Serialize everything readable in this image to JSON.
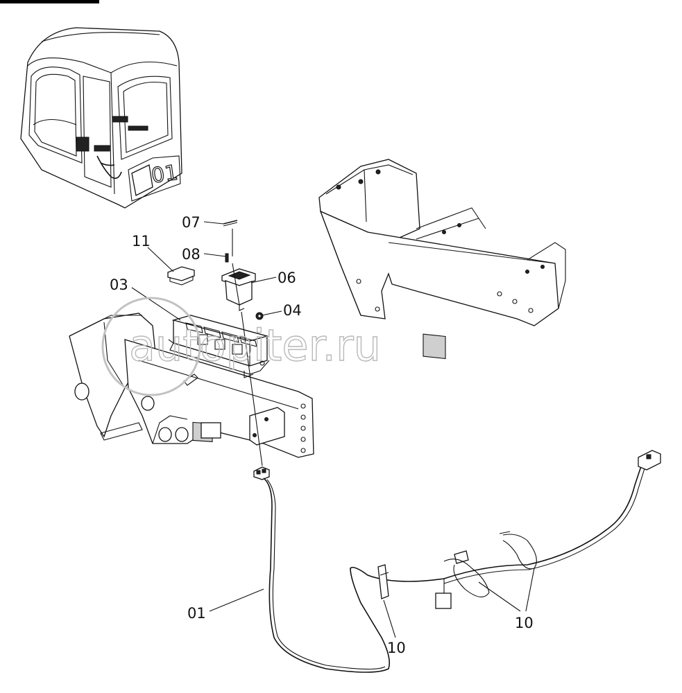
{
  "watermark": "autopiter.ru",
  "callouts": {
    "c07": "07",
    "c11": "11",
    "c08": "08",
    "c06": "06",
    "c03": "03",
    "c04": "04",
    "c01": "01",
    "c10a": "10",
    "c10b": "10"
  },
  "cab_badge": "01",
  "icons": {
    "watermark_logo": "circle-a-logo"
  }
}
